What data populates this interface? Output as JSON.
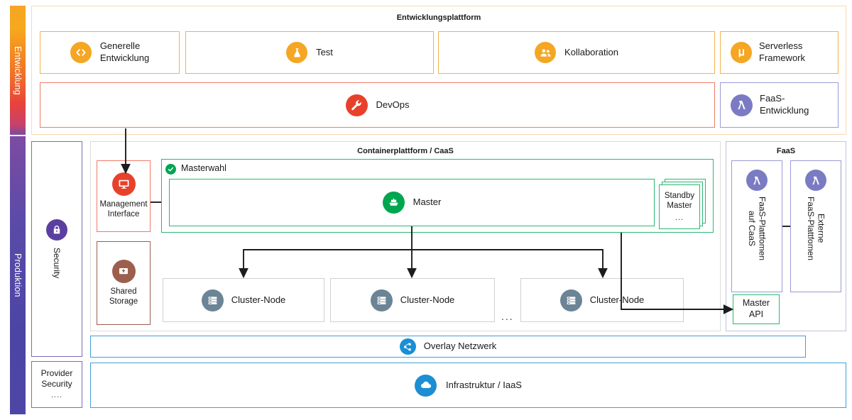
{
  "lifecycle": {
    "entwicklung": "Entwicklung",
    "produktion": "Produktion"
  },
  "dev_platform": {
    "title": "Entwicklungsplattform",
    "tiles": [
      {
        "label": "Generelle\nEntwicklung",
        "icon": "code-brackets-icon",
        "color": "#f5a623"
      },
      {
        "label": "Test",
        "icon": "flask-icon",
        "color": "#f5a623"
      },
      {
        "label": "Kollaboration",
        "icon": "people-icon",
        "color": "#f5a623"
      },
      {
        "label": "Serverless\nFramework",
        "icon": "mu-icon",
        "color": "#f5a623"
      }
    ],
    "devops": {
      "label": "DevOps",
      "icon": "wrench-icon",
      "color": "#e8412b"
    },
    "faas_dev": {
      "label": "FaaS-\nEntwicklung",
      "icon": "lambda-icon",
      "color": "#7b7bc4"
    }
  },
  "security": {
    "label": "Security",
    "icon": "lock-icon",
    "color": "#5b3fa0",
    "provider": {
      "label": "Provider\nSecurity",
      "dots": "...."
    }
  },
  "container_platform": {
    "title": "Containerplattform / CaaS",
    "management_interface": {
      "label": "Management\nInterface",
      "icon": "monitor-icon",
      "color": "#e8412b"
    },
    "shared_storage": {
      "label": "Shared\nStorage",
      "icon": "storage-box-icon",
      "color": "#9c5f4e"
    },
    "masterwahl": {
      "label": "Masterwahl",
      "icon": "check-circle-icon",
      "color": "#00a550"
    },
    "master": {
      "label": "Master",
      "icon": "helm-icon",
      "color": "#00a550"
    },
    "standby_master": {
      "label": "Standby\nMaster",
      "dots": "..."
    },
    "nodes": [
      {
        "label": "Cluster-Node",
        "icon": "server-stack-icon",
        "color": "#6b8496"
      },
      {
        "label": "Cluster-Node",
        "icon": "server-stack-icon",
        "color": "#6b8496"
      },
      {
        "label": "Cluster-Node",
        "icon": "server-stack-icon",
        "color": "#6b8496"
      }
    ],
    "nodes_ellipsis": "..."
  },
  "faas": {
    "title": "FaaS",
    "platforms": [
      {
        "label": "FaaS-Plattfomen\nauf CaaS",
        "icon": "lambda-icon",
        "color": "#7b7bc4"
      },
      {
        "label": "Externe\nFaaS-Plattfomen",
        "icon": "lambda-icon",
        "color": "#7b7bc4"
      }
    ],
    "master_api": {
      "label": "Master\nAPI"
    }
  },
  "network": {
    "overlay": {
      "label": "Overlay Netzwerk",
      "icon": "share-nodes-icon",
      "color": "#1b8ed4"
    },
    "infrastructure": {
      "label": "Infrastruktur / IaaS",
      "icon": "cloud-icon",
      "color": "#1b8ed4"
    }
  },
  "palette": {
    "orange": "#f5a623",
    "orange_soft": "#f9c97a",
    "red": "#e8412b",
    "red_soft": "#ef7a66",
    "purple": "#7b7bc4",
    "purple_deep": "#5b3fa0",
    "green": "#2cb673",
    "green_deep": "#00a550",
    "blue": "#1b8ed4",
    "gray": "#c9c9c9",
    "brown": "#9c5f4e"
  }
}
